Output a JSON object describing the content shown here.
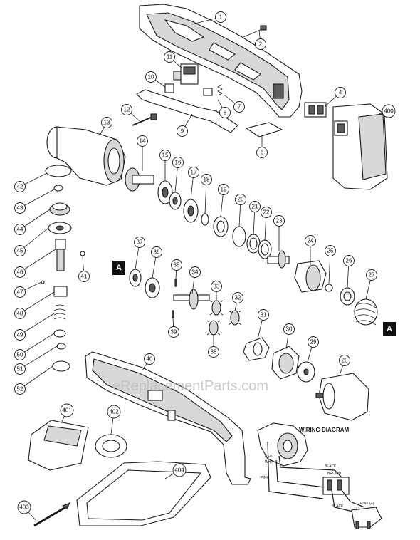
{
  "callouts": [
    "1",
    "2",
    "4",
    "6",
    "7",
    "8",
    "9",
    "10",
    "11",
    "12",
    "13",
    "14",
    "15",
    "16",
    "17",
    "18",
    "19",
    "20",
    "21",
    "22",
    "23",
    "24",
    "25",
    "26",
    "27",
    "28",
    "29",
    "30",
    "31",
    "32",
    "33",
    "34",
    "35",
    "36",
    "37",
    "38",
    "39",
    "40",
    "41",
    "42",
    "43",
    "44",
    "45",
    "46",
    "47",
    "48",
    "49",
    "50",
    "51",
    "52",
    "400",
    "401",
    "402",
    "403",
    "404"
  ],
  "markers": [
    "A",
    "A"
  ],
  "wiring": {
    "title": "WIRING DIAGRAM",
    "labels": [
      "RED",
      "WHT",
      "PINK",
      "BLACK",
      "BLACK",
      "PINK (+)",
      "(-)",
      "BROWN"
    ]
  },
  "watermark": "eReplacementParts.com"
}
